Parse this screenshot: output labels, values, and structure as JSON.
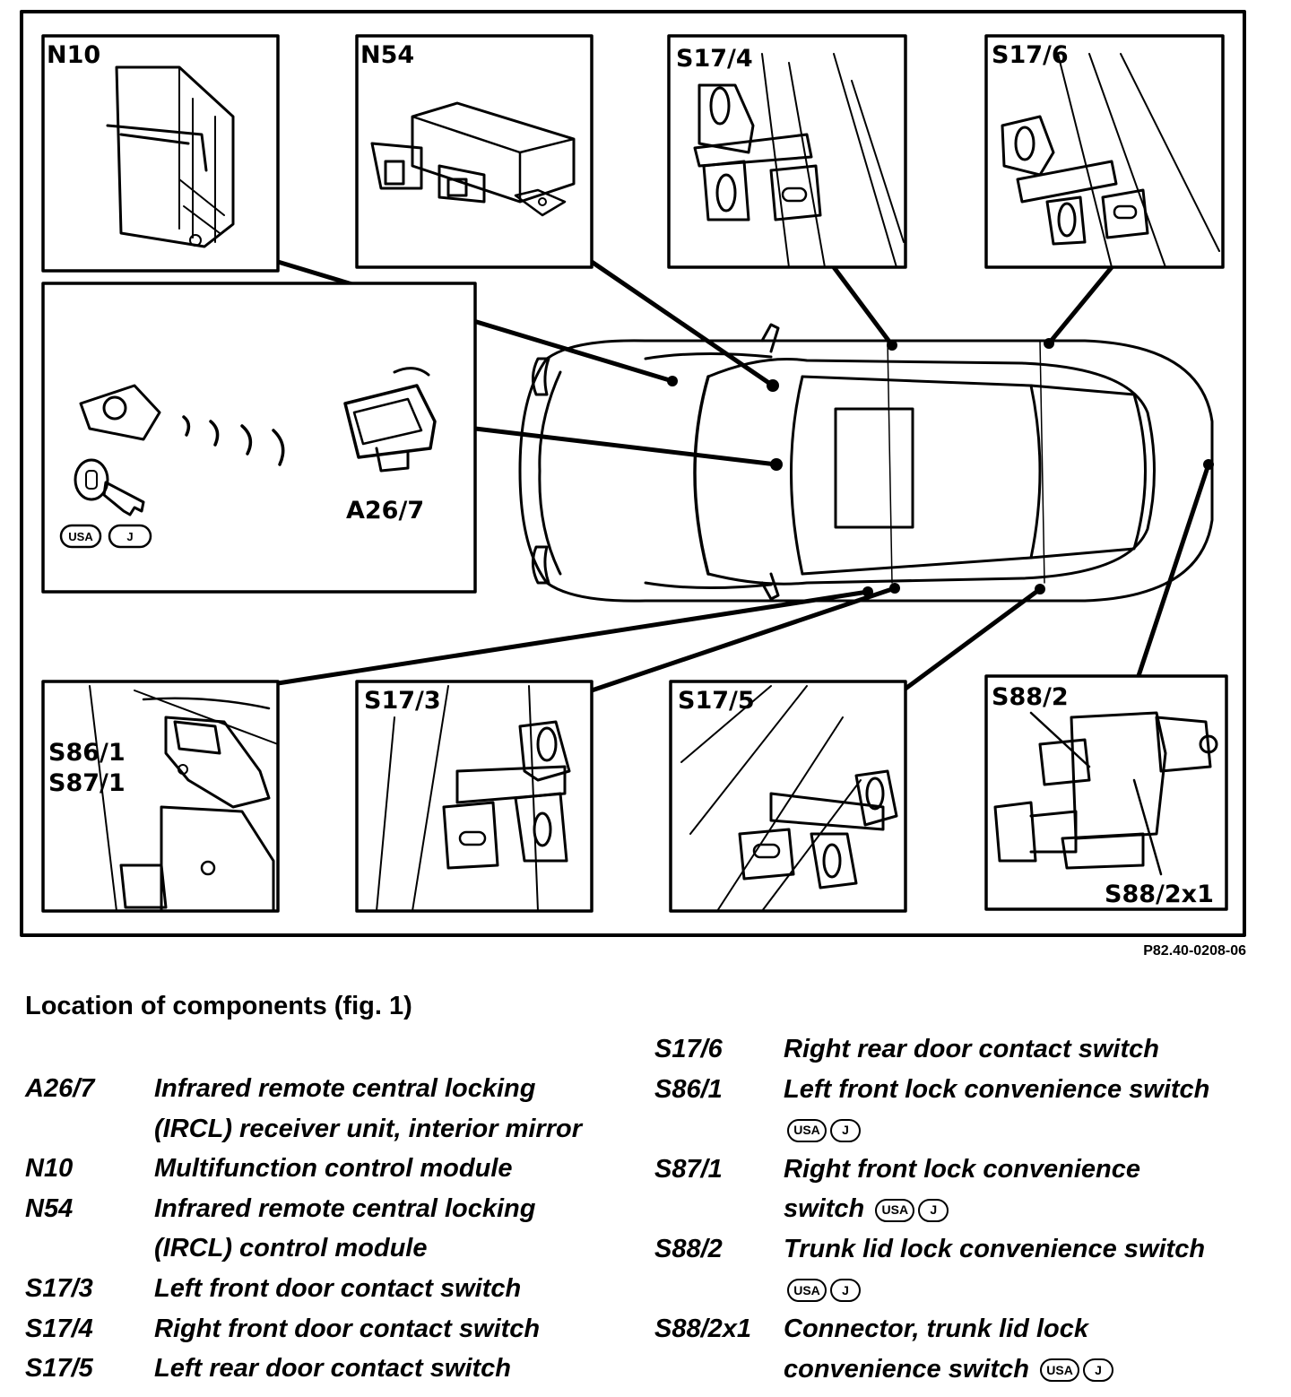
{
  "figure": {
    "panels": [
      {
        "id": "n10",
        "label": "N10"
      },
      {
        "id": "n54",
        "label": "N54"
      },
      {
        "id": "s17-4",
        "label": "S17/4"
      },
      {
        "id": "s17-6",
        "label": "S17/6"
      },
      {
        "id": "a26-7",
        "label": "A26/7"
      },
      {
        "id": "s86-s87",
        "labels": [
          "S86/1",
          "S87/1"
        ]
      },
      {
        "id": "s17-3",
        "label": "S17/3"
      },
      {
        "id": "s17-5",
        "label": "S17/5"
      },
      {
        "id": "s88-2",
        "label": "S88/2",
        "label2": "S88/2x1"
      }
    ],
    "badges": {
      "usa": "USA",
      "j": "J"
    },
    "reference": "P82.40-0208-06"
  },
  "caption": "Location of components (fig. 1)",
  "legend_left": [
    {
      "code": "A26/7",
      "lines": [
        "Infrared remote central locking",
        "(IRCL) receiver unit, interior mirror"
      ]
    },
    {
      "code": "N10",
      "lines": [
        "Multifunction control module"
      ]
    },
    {
      "code": "N54",
      "lines": [
        "Infrared remote central locking",
        "(IRCL) control module"
      ]
    },
    {
      "code": "S17/3",
      "lines": [
        "Left front door contact switch"
      ]
    },
    {
      "code": "S17/4",
      "lines": [
        "Right front door contact switch"
      ]
    },
    {
      "code": "S17/5",
      "lines": [
        "Left rear door contact switch"
      ]
    }
  ],
  "legend_right": [
    {
      "code": "S17/6",
      "lines": [
        "Right rear door contact switch"
      ]
    },
    {
      "code": "S86/1",
      "lines": [
        "Left front lock convenience switch",
        ""
      ]
    },
    {
      "code": "S87/1",
      "lines": [
        "Right front lock convenience",
        "switch"
      ]
    },
    {
      "code": "S88/2",
      "lines": [
        "Trunk lid lock convenience switch",
        ""
      ]
    },
    {
      "code": "S88/2x1",
      "lines": [
        "Connector, trunk lid lock",
        "convenience switch"
      ]
    }
  ]
}
